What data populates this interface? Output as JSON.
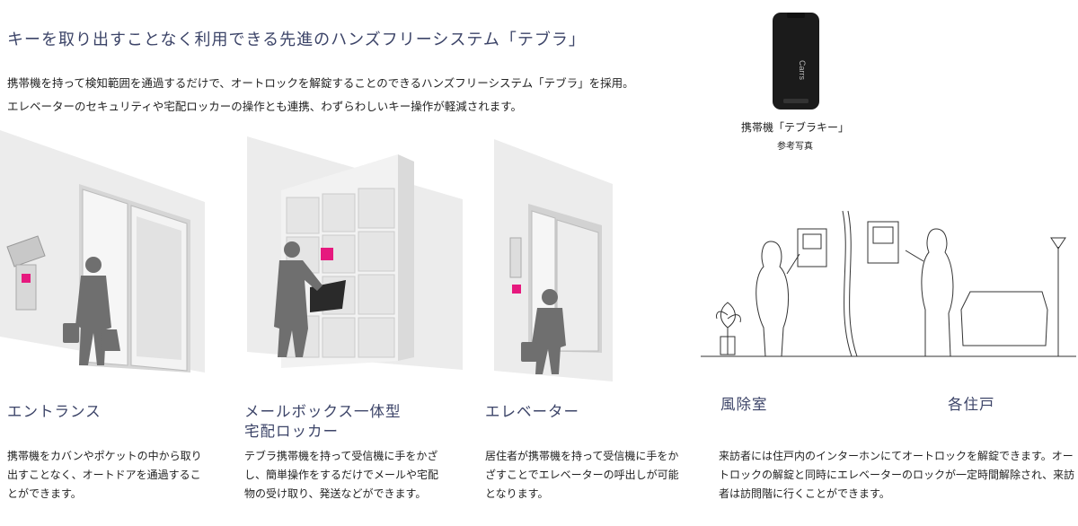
{
  "header": {
    "title": "キーを取り出すことなく利用できる先進のハンズフリーシステム「テブラ」",
    "intro_line1": "携帯機を持って検知範囲を通過するだけで、オートロックを解錠することのできるハンズフリーシステム「テブラ」を採用。",
    "intro_line2": "エレベーターのセキュリティや宅配ロッカーの操作とも連携、わずらわしいキー操作が軽減されます。"
  },
  "fob": {
    "logo_text": "Carrs",
    "caption": "携帯機「テブラキー」",
    "subcaption": "参考写真"
  },
  "sections": {
    "entrance": {
      "title": "エントランス",
      "desc": "携帯機をカバンやポケットの中から取り出すことなく、オートドアを通過することができます。"
    },
    "mailbox": {
      "title_line1": "メールボックス一体型",
      "title_line2": "宅配ロッカー",
      "desc": "テブラ携帯機を持って受信機に手をかざし、簡単操作をするだけでメールや宅配物の受け取り、発送などができます。"
    },
    "elevator": {
      "title": "エレベーター",
      "desc": "居住者が携帯機を持って受信機に手をかざすことでエレベーターの呼出しが可能となります。"
    },
    "vestibule": {
      "title": "風除室"
    },
    "unit": {
      "title": "各住戸"
    },
    "visitor": {
      "desc": "来訪者には住戸内のインターホンにてオートロックを解錠できます。オートロックの解錠と同時にエレベーターのロックが一定時間解除され、来訪者は訪問階に行くことができます。"
    }
  },
  "colors": {
    "accent_pink": "#e6197e",
    "heading_navy": "#3c4468",
    "wall_gray": "#ededed",
    "silhouette_gray": "#6f6f6f"
  },
  "icons": {
    "reader": "tebra-reader-icon",
    "fob": "key-fob-icon"
  }
}
